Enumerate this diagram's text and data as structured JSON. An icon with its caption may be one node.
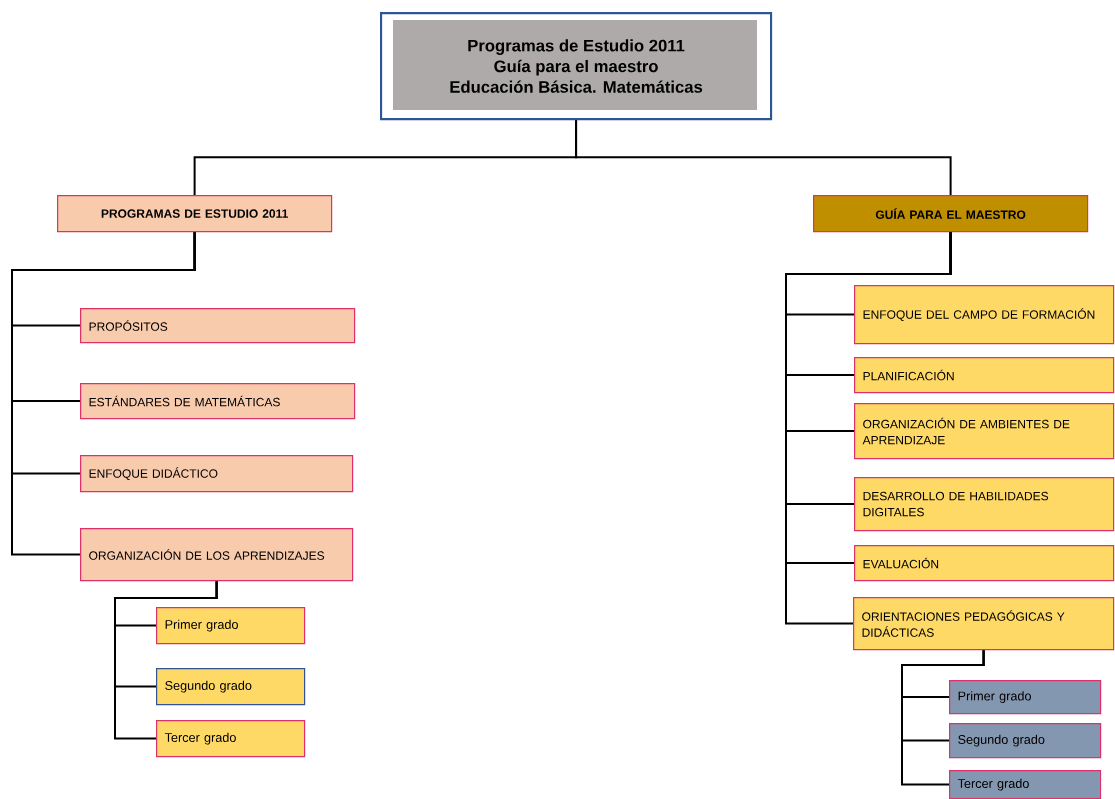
{
  "diagram": {
    "nodes": [
      {
        "text": [
          "Programas de Estudio 2011",
          "Guía para el maestro",
          "Educación Básica. Matemáticas"
        ]
      },
      {
        "text": [
          "PROGRAMAS DE ESTUDIO 2011"
        ]
      },
      {
        "text": [
          "GUÍA PARA EL MAESTRO"
        ]
      },
      {
        "text": [
          "PROPÓSITOS"
        ]
      },
      {
        "text": [
          "ESTÁNDARES DE MATEMÁTICAS"
        ]
      },
      {
        "text": [
          "ENFOQUE DIDÁCTICO"
        ]
      },
      {
        "text": [
          "ORGANIZACIÓN DE LOS APRENDIZAJES"
        ]
      },
      {
        "text": [
          "Primer grado"
        ]
      },
      {
        "text": [
          "Segundo grado"
        ]
      },
      {
        "text": [
          "Tercer grado"
        ]
      },
      {
        "text": [
          "ENFOQUE DEL CAMPO DE FORMACIÓN"
        ]
      },
      {
        "text": [
          "PLANIFICACIÓN"
        ]
      },
      {
        "text": [
          "ORGANIZACIÓN DE AMBIENTES DE APRENDIZAJE"
        ]
      },
      {
        "text": [
          "DESARROLLO DE HABILIDADES DIGITALES"
        ]
      },
      {
        "text": [
          "EVALUACIÓN"
        ]
      },
      {
        "text": [
          "ORIENTACIONES PEDAGÓGICAS Y DIDÁCTICAS"
        ]
      },
      {
        "text": [
          "Primer grado"
        ]
      },
      {
        "text": [
          "Segundo grado"
        ]
      },
      {
        "text": [
          "Tercer grado"
        ]
      }
    ],
    "edges": [
      {
        "from": 0,
        "to": 1,
        "arrow": "none"
      },
      {
        "from": 0,
        "to": 2,
        "arrow": "none"
      },
      {
        "from": 1,
        "to": 3,
        "arrow": "none"
      },
      {
        "from": 1,
        "to": 4,
        "arrow": "none"
      },
      {
        "from": 1,
        "to": 5,
        "arrow": "none"
      },
      {
        "from": 1,
        "to": 6,
        "arrow": "none"
      },
      {
        "from": 6,
        "to": 7,
        "arrow": "none"
      },
      {
        "from": 6,
        "to": 8,
        "arrow": "none"
      },
      {
        "from": 6,
        "to": 9,
        "arrow": "none"
      },
      {
        "from": 2,
        "to": 10,
        "arrow": "none"
      },
      {
        "from": 2,
        "to": 11,
        "arrow": "none"
      },
      {
        "from": 2,
        "to": 12,
        "arrow": "none"
      },
      {
        "from": 2,
        "to": 13,
        "arrow": "none"
      },
      {
        "from": 2,
        "to": 14,
        "arrow": "none"
      },
      {
        "from": 2,
        "to": 15,
        "arrow": "none"
      },
      {
        "from": 15,
        "to": 16,
        "arrow": "none"
      },
      {
        "from": 15,
        "to": 17,
        "arrow": "none"
      },
      {
        "from": 15,
        "to": 18,
        "arrow": "none"
      }
    ]
  }
}
